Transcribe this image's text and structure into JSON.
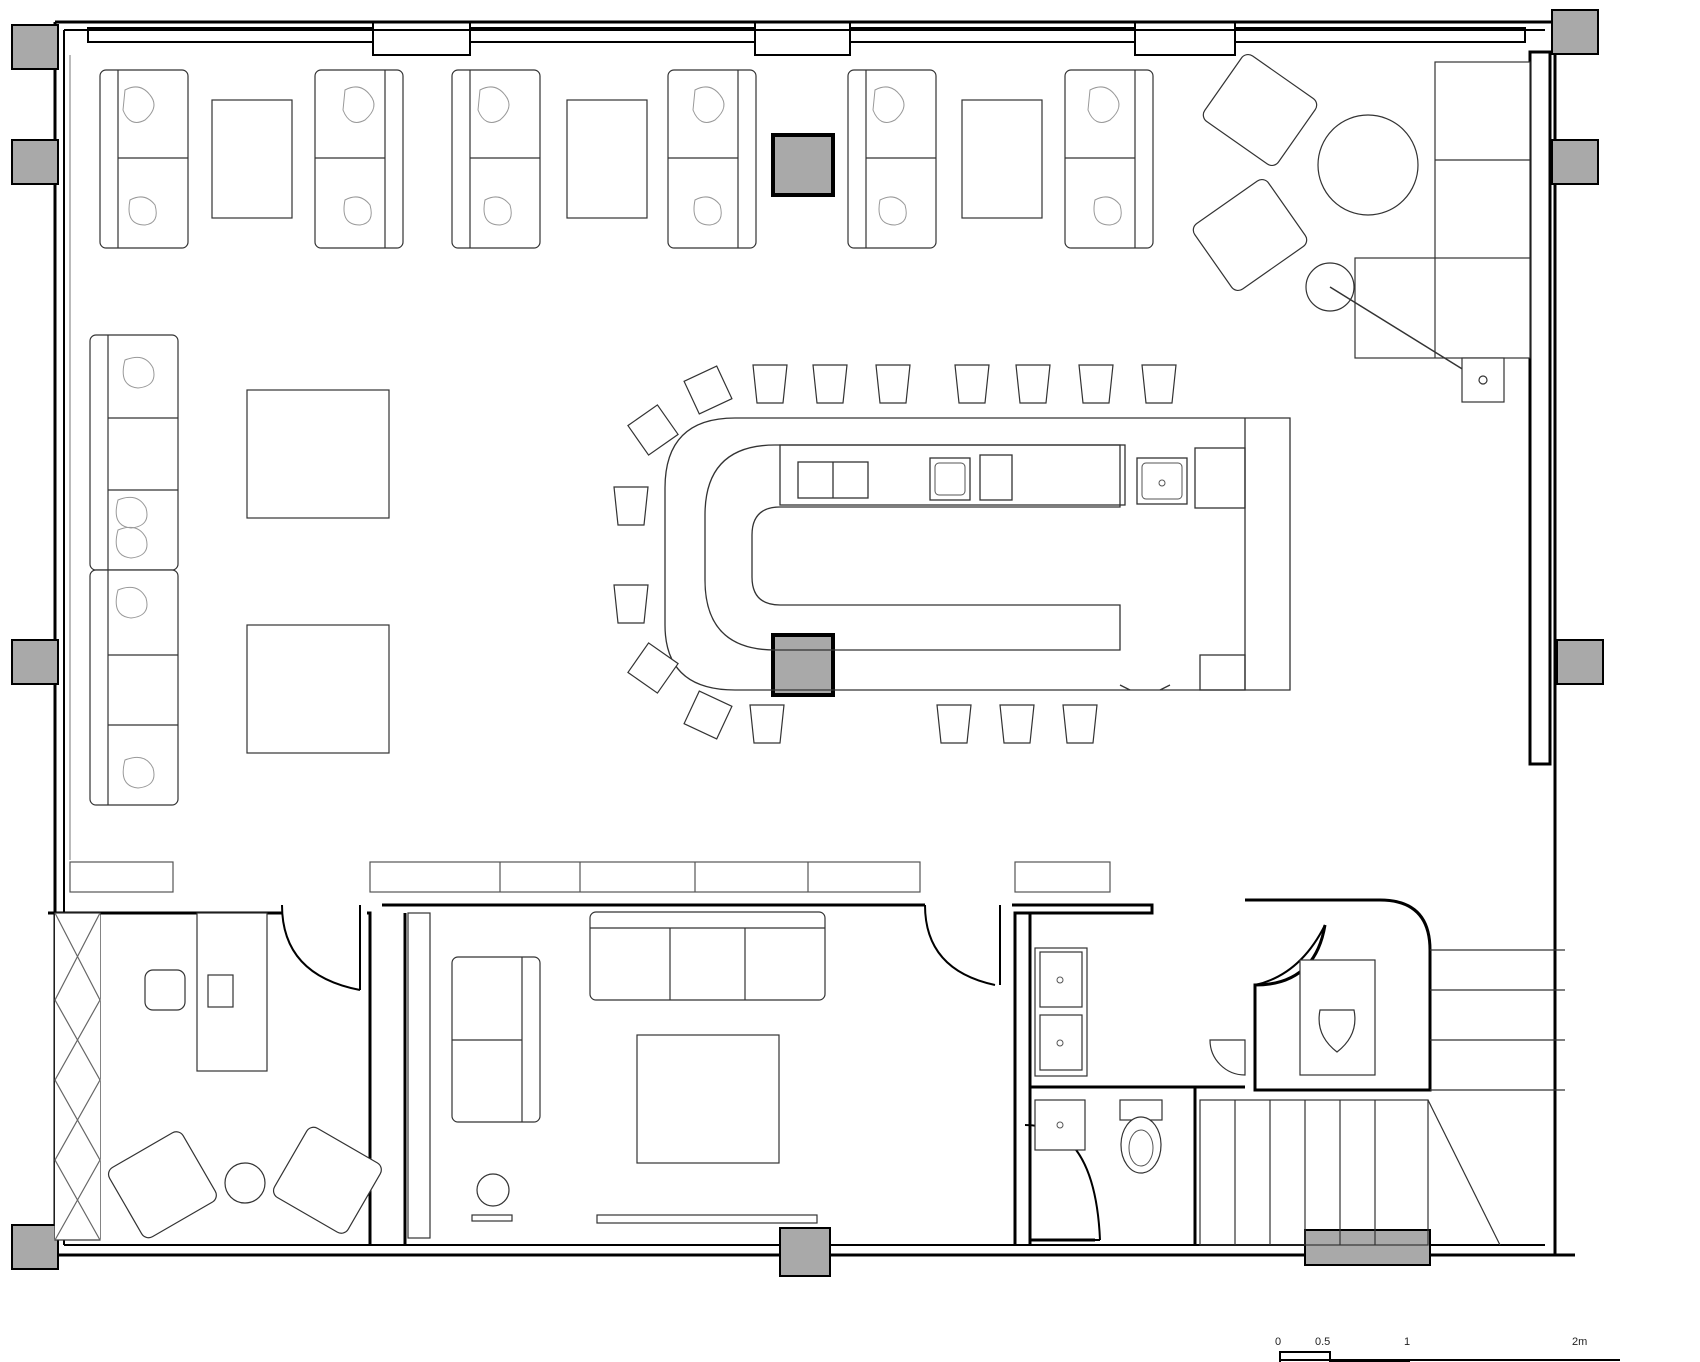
{
  "plan": {
    "colors": {
      "wall": "#000000",
      "column_fill": "#a9a9a9",
      "line": "#333333",
      "light_line": "#8a8a8a",
      "background": "#ffffff"
    },
    "scale_bar": {
      "ticks": [
        "0",
        "0.5",
        "1",
        "2m"
      ]
    },
    "icons": [
      "armchair-icon",
      "sofa-icon",
      "stool-icon",
      "sink-icon",
      "toilet-icon",
      "urinal-icon",
      "desk-chair-icon",
      "floor-lamp-icon"
    ]
  }
}
